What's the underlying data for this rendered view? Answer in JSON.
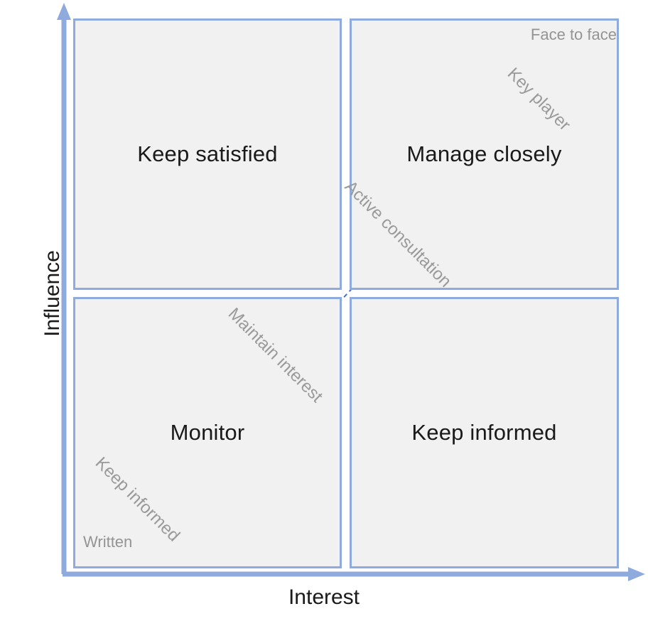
{
  "chart_data": {
    "type": "scatter",
    "title": "",
    "xlabel": "Interest",
    "ylabel": "Influence",
    "grid": false,
    "legend": null,
    "quadrants": [
      {
        "id": "keep-satisfied",
        "label": "Keep satisfied",
        "x": "low",
        "y": "high"
      },
      {
        "id": "manage-closely",
        "label": "Manage closely",
        "x": "high",
        "y": "high"
      },
      {
        "id": "monitor",
        "label": "Monitor",
        "x": "low",
        "y": "low"
      },
      {
        "id": "keep-informed",
        "label": "Keep informed",
        "x": "high",
        "y": "low"
      }
    ],
    "diagonal_annotations": [
      {
        "id": "keep-informed-diag",
        "label": "Keep informed"
      },
      {
        "id": "maintain-interest",
        "label": "Maintain interest"
      },
      {
        "id": "active-consultation",
        "label": "Active consultation"
      },
      {
        "id": "key-player",
        "label": "Key player"
      }
    ],
    "corner_annotations": [
      {
        "id": "written",
        "label": "Written"
      },
      {
        "id": "face-to-face",
        "label": "Face to face"
      }
    ]
  },
  "axes": {
    "y_title": "Influence",
    "x_title": "Interest"
  },
  "quadrants": {
    "keep_satisfied": "Keep satisfied",
    "manage_closely": "Manage closely",
    "monitor": "Monitor",
    "keep_informed": "Keep informed"
  },
  "annotations": {
    "face_to_face": "Face to face",
    "written": "Written",
    "key_player": "Key player",
    "active_consultation": "Active consultation",
    "maintain_interest": "Maintain interest",
    "keep_informed_diagonal": "Keep informed"
  },
  "colors": {
    "axis": "#8faadc",
    "box_border": "#8faadc",
    "box_fill": "#f1f1f1",
    "label_text": "#1a1a1a",
    "annotation_text": "#9a9a9a",
    "diagonal_line": "#4a6fd4",
    "arrow_head": "#2f5fc0",
    "background": "#ffffff"
  }
}
